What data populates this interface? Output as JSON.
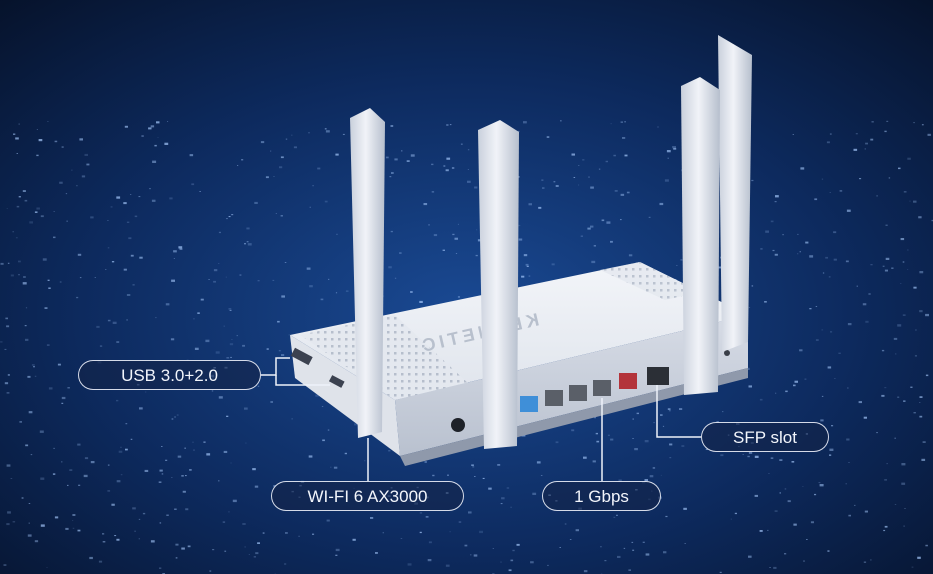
{
  "callouts": {
    "usb": "USB 3.0+2.0",
    "wifi": "WI-FI 6 AX3000",
    "gbps": "1 Gbps",
    "sfp": "SFP slot"
  },
  "device": {
    "brand_mark": "KEENETIC"
  },
  "colors": {
    "background_top": "#07152f",
    "background_bottom": "#0d2f6a",
    "router_body": "#e6eaf2",
    "router_shadow": "#aab3c4",
    "lan_port": "#5a5f68",
    "wan_port": "#3f8fd8",
    "usb_port_red": "#b3333a",
    "callout_border": "#ebf0fa"
  }
}
